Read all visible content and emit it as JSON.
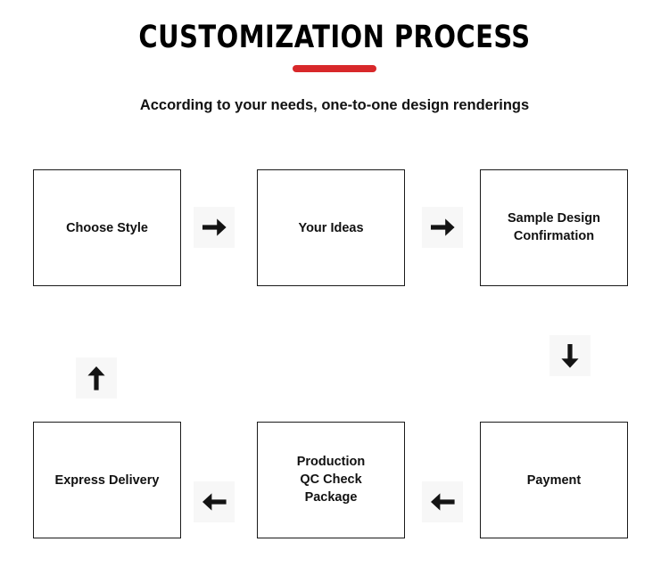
{
  "header": {
    "title": "CUSTOMIZATION PROCESS",
    "subtitle": "According to your needs, one-to-one design renderings",
    "rule_color": "#d8282a"
  },
  "colors": {
    "accent_red": "#d8282a",
    "box_border": "#1a1a1a",
    "arrow_tile_bg": "#f7f7f7",
    "arrow_glyph": "#141414",
    "text": "#111111",
    "page_bg": "#ffffff"
  },
  "flow": {
    "steps": [
      {
        "id": "choose-style",
        "label": "Choose Style",
        "row": 1,
        "order": 1
      },
      {
        "id": "your-ideas",
        "label": "Your Ideas",
        "row": 1,
        "order": 2
      },
      {
        "id": "sample-design",
        "label": "Sample Design\nConfirmation",
        "row": 1,
        "order": 3
      },
      {
        "id": "payment",
        "label": "Payment",
        "row": 2,
        "order": 4
      },
      {
        "id": "production-qc",
        "label": "Production\nQC Check\nPackage",
        "row": 2,
        "order": 5
      },
      {
        "id": "express-delivery",
        "label": "Express Delivery",
        "row": 2,
        "order": 6
      }
    ],
    "connectors": [
      {
        "id": "style-to-ideas",
        "direction": "right",
        "glyph": "arrow-right-icon",
        "from": "choose-style",
        "to": "your-ideas"
      },
      {
        "id": "ideas-to-sample",
        "direction": "right",
        "glyph": "arrow-right-icon",
        "from": "your-ideas",
        "to": "sample-design"
      },
      {
        "id": "sample-to-payment",
        "direction": "down",
        "glyph": "arrow-down-icon",
        "from": "sample-design",
        "to": "payment"
      },
      {
        "id": "payment-to-qc",
        "direction": "left",
        "glyph": "arrow-left-icon",
        "from": "payment",
        "to": "production-qc"
      },
      {
        "id": "qc-to-delivery",
        "direction": "left",
        "glyph": "arrow-left-icon",
        "from": "production-qc",
        "to": "express-delivery"
      },
      {
        "id": "delivery-to-top",
        "direction": "up",
        "glyph": "arrow-up-icon",
        "from": "express-delivery",
        "to": "choose-style"
      }
    ]
  }
}
